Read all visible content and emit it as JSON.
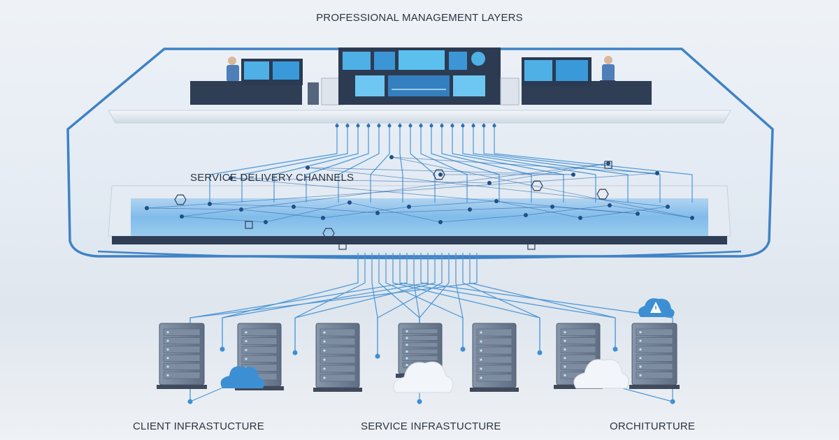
{
  "labels": {
    "management": "PROFESSIONAL MANAGEMENT LAYERS",
    "service_delivery": "SERVICE DELIVERY CHANNELS",
    "client": "CLIENT INFRASTUCTURE",
    "service": "SERVICE INFRASTUCTURE",
    "orchestration": "ORCHITURTURE"
  },
  "colors": {
    "frame": "#3f82c6",
    "line": "#4a96d6",
    "server": "#6f7f94",
    "console": "#2f3e55",
    "screen": "#4fb0e6",
    "cloud_blue": "#3d8fd4"
  },
  "icons": [
    "operator-figure",
    "server-rack",
    "cloud-icon",
    "warning-cloud-icon",
    "hexagon-node"
  ]
}
